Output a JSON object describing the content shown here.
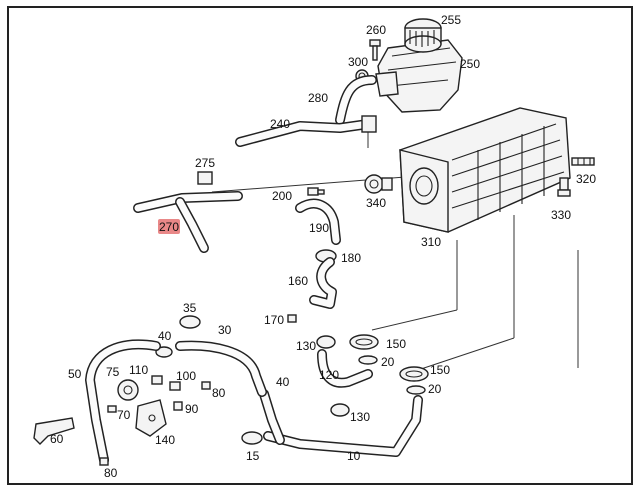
{
  "diagram": {
    "highlight_color": "#e57373",
    "highlighted_part": "270",
    "labels": [
      "255",
      "260",
      "250",
      "300",
      "280",
      "240",
      "275",
      "200",
      "340",
      "320",
      "330",
      "270",
      "190",
      "180",
      "310",
      "160",
      "170",
      "130",
      "150",
      "20",
      "35",
      "40",
      "30",
      "50",
      "75",
      "110",
      "100",
      "70",
      "90",
      "60",
      "140",
      "80",
      "120",
      "15",
      "10"
    ]
  }
}
